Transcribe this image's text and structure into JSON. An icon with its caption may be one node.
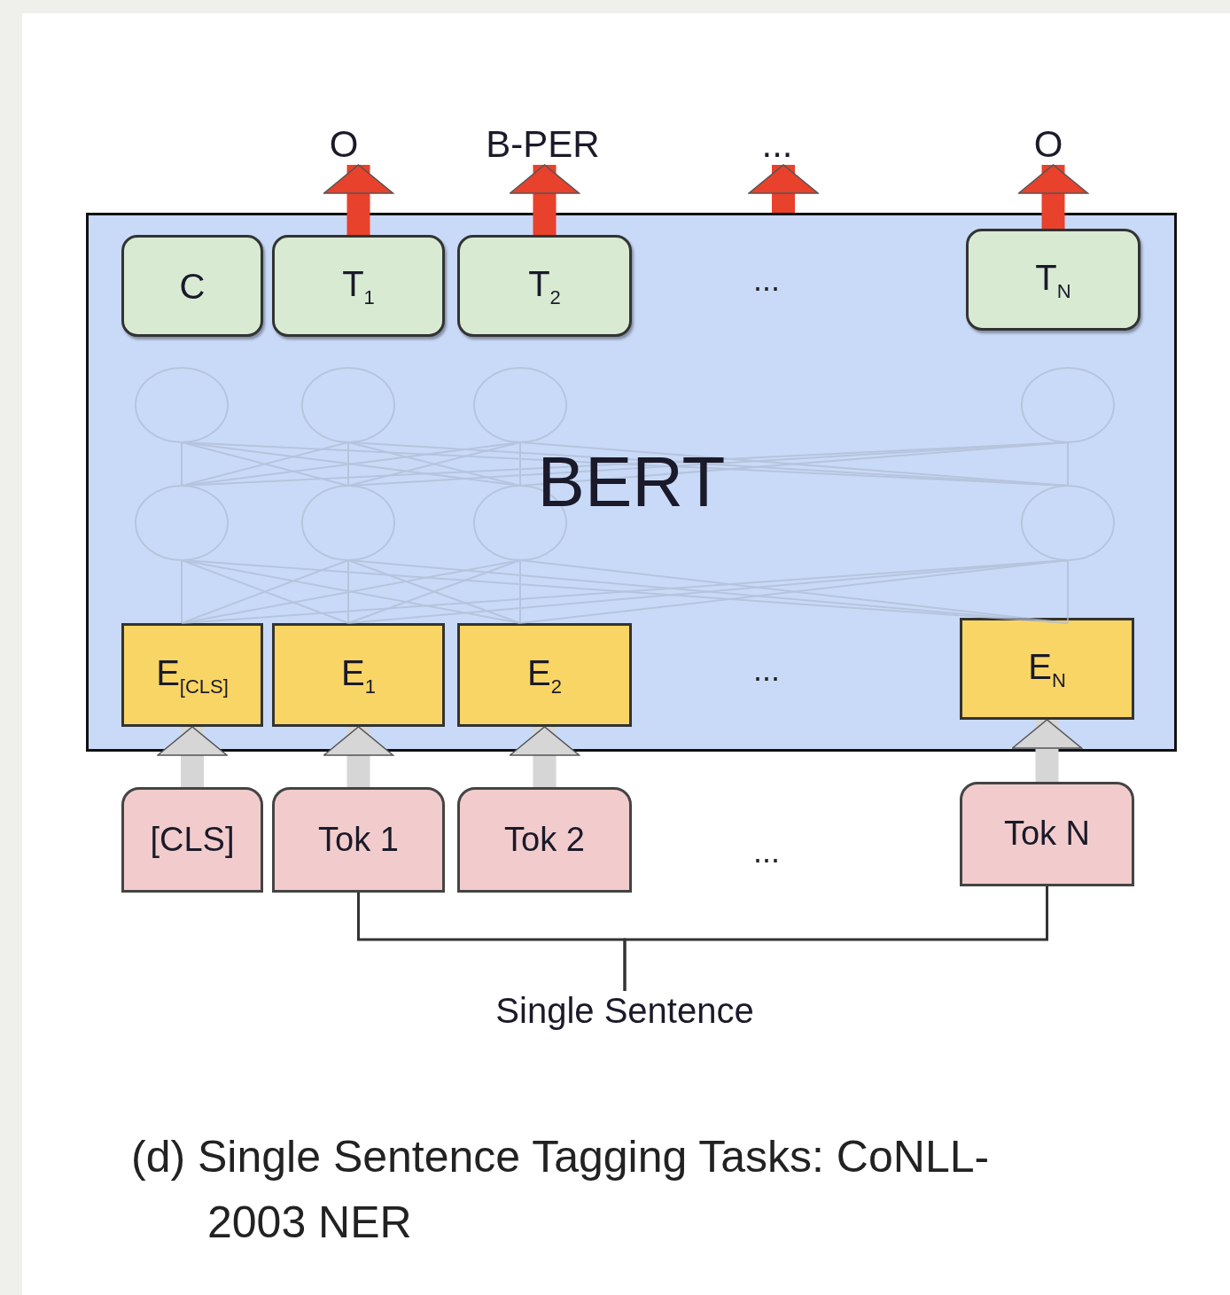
{
  "diagram": {
    "caption": "(d) Single Sentence Tagging Tasks: CoNLL-2003 NER",
    "nodes": [
      {
        "text": [
          "BERT"
        ]
      },
      {
        "text": [
          "C"
        ],
        "in": 0
      },
      {
        "text": [
          "T$_{1}$"
        ],
        "in": 0
      },
      {
        "text": [
          "T$_{2}$"
        ],
        "in": 0
      },
      {
        "text": [
          "T$_{N}$"
        ],
        "in": 0
      },
      {
        "text": [
          "E$_{[CLS]}$"
        ],
        "in": 0
      },
      {
        "text": [
          "E$_{1}$"
        ],
        "in": 0
      },
      {
        "text": [
          "E$_{2}$"
        ],
        "in": 0
      },
      {
        "text": [
          "E$_{N}$"
        ],
        "in": 0
      },
      {
        "text": [
          "[CLS]"
        ]
      },
      {
        "text": [
          "Tok 1"
        ]
      },
      {
        "text": [
          "Tok 2"
        ]
      },
      {
        "text": [
          "Tok N"
        ]
      },
      {
        "text": [
          "O"
        ]
      },
      {
        "text": [
          "B-PER"
        ]
      },
      {
        "text": [
          "..."
        ]
      },
      {
        "text": [
          "O"
        ]
      },
      {
        "text": [
          "Single Sentence"
        ]
      }
    ],
    "edges": [
      {
        "from": 2,
        "to": 13,
        "arrow": "to",
        "color": "#e8412c"
      },
      {
        "from": 3,
        "to": 14,
        "arrow": "to",
        "color": "#e8412c"
      },
      {
        "from": 0,
        "to": 15,
        "arrow": "to",
        "color": "#e8412c"
      },
      {
        "from": 4,
        "to": 16,
        "arrow": "to",
        "color": "#e8412c"
      },
      {
        "from": 9,
        "to": 5,
        "arrow": "to",
        "color": "#d6d6d6"
      },
      {
        "from": 10,
        "to": 6,
        "arrow": "to",
        "color": "#d6d6d6"
      },
      {
        "from": 11,
        "to": 7,
        "arrow": "to",
        "color": "#d6d6d6"
      },
      {
        "from": 12,
        "to": 8,
        "arrow": "to",
        "color": "#d6d6d6"
      },
      {
        "from": 10,
        "to": 17,
        "arrow": "none",
        "color": "#333333"
      },
      {
        "from": 12,
        "to": 17,
        "arrow": "none",
        "color": "#333333"
      }
    ],
    "labels": [
      "...",
      "...",
      "..."
    ]
  }
}
